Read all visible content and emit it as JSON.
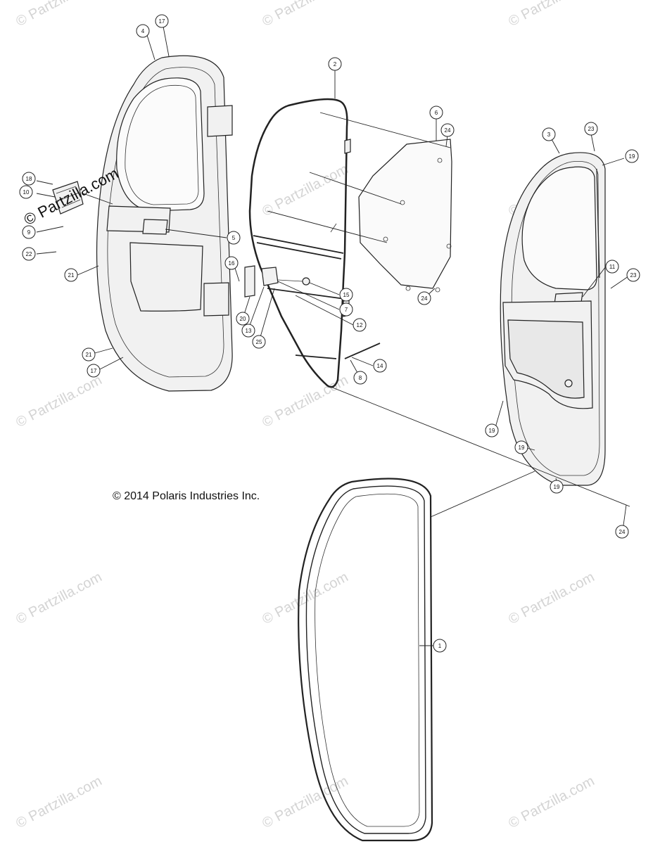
{
  "watermark": {
    "text": "© Partzilla.com",
    "strong_text": "© Partzilla.com"
  },
  "copyright": "© 2014 Polaris Industries Inc.",
  "callouts": [
    {
      "id": "4",
      "label": "4"
    },
    {
      "id": "17a",
      "label": "17"
    },
    {
      "id": "2",
      "label": "2"
    },
    {
      "id": "6",
      "label": "6"
    },
    {
      "id": "24a",
      "label": "24"
    },
    {
      "id": "3",
      "label": "3"
    },
    {
      "id": "23a",
      "label": "23"
    },
    {
      "id": "19a",
      "label": "19"
    },
    {
      "id": "18",
      "label": "18"
    },
    {
      "id": "10",
      "label": "10"
    },
    {
      "id": "9",
      "label": "9"
    },
    {
      "id": "22",
      "label": "22"
    },
    {
      "id": "5",
      "label": "5"
    },
    {
      "id": "21a",
      "label": "21"
    },
    {
      "id": "16",
      "label": "16"
    },
    {
      "id": "15",
      "label": "15"
    },
    {
      "id": "7",
      "label": "7"
    },
    {
      "id": "12",
      "label": "12"
    },
    {
      "id": "20",
      "label": "20"
    },
    {
      "id": "13",
      "label": "13"
    },
    {
      "id": "25",
      "label": "25"
    },
    {
      "id": "24b",
      "label": "24"
    },
    {
      "id": "11",
      "label": "11"
    },
    {
      "id": "23b",
      "label": "23"
    },
    {
      "id": "14",
      "label": "14"
    },
    {
      "id": "8",
      "label": "8"
    },
    {
      "id": "21b",
      "label": "21"
    },
    {
      "id": "17b",
      "label": "17"
    },
    {
      "id": "19b",
      "label": "19"
    },
    {
      "id": "19c",
      "label": "19"
    },
    {
      "id": "19d",
      "label": "19"
    },
    {
      "id": "24c",
      "label": "24"
    },
    {
      "id": "1",
      "label": "1"
    }
  ]
}
